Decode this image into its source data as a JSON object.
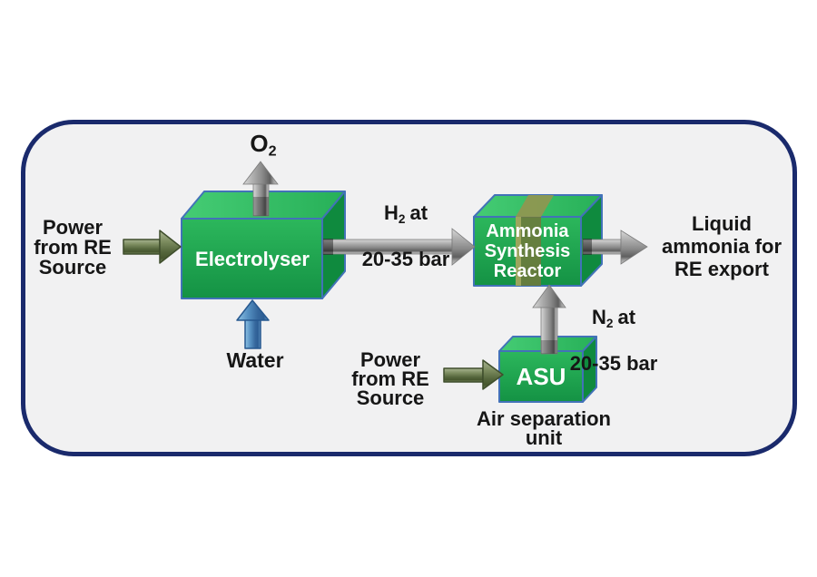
{
  "diagram": {
    "power_left": "Power\nfrom RE\nSource",
    "o2_base": "O",
    "o2_sub": "2",
    "water": "Water",
    "electrolyser_label": "Electrolyser",
    "h2_base": "H",
    "h2_sub": "2",
    "h2_rest": "at",
    "h2_pressure": "20-35 bar",
    "reactor_label": "Ammonia\nSynthesis\nReactor",
    "output_label": "Liquid\nammonia for\nRE export",
    "n2_base": "N",
    "n2_sub": "2",
    "n2_rest": "at",
    "n2_pressure": "20-35 bar",
    "power_asu": "Power\nfrom RE\nSource",
    "asu_label": "ASU",
    "asu_caption": "Air separation\nunit"
  },
  "colors": {
    "panel_bg": "#f1f1f2",
    "panel_border": "#1a2a6c",
    "box_green_front": "#1ba74e",
    "box_green_top": "#38c469",
    "box_green_side": "#0f8a3e",
    "box_border": "#4272b8",
    "slab_olive": "#6d7a3c",
    "arrow_gray": "#8a8a8a",
    "arrow_olive": "#55663c",
    "arrow_blue": "#4a85bb",
    "text": "#161616"
  }
}
